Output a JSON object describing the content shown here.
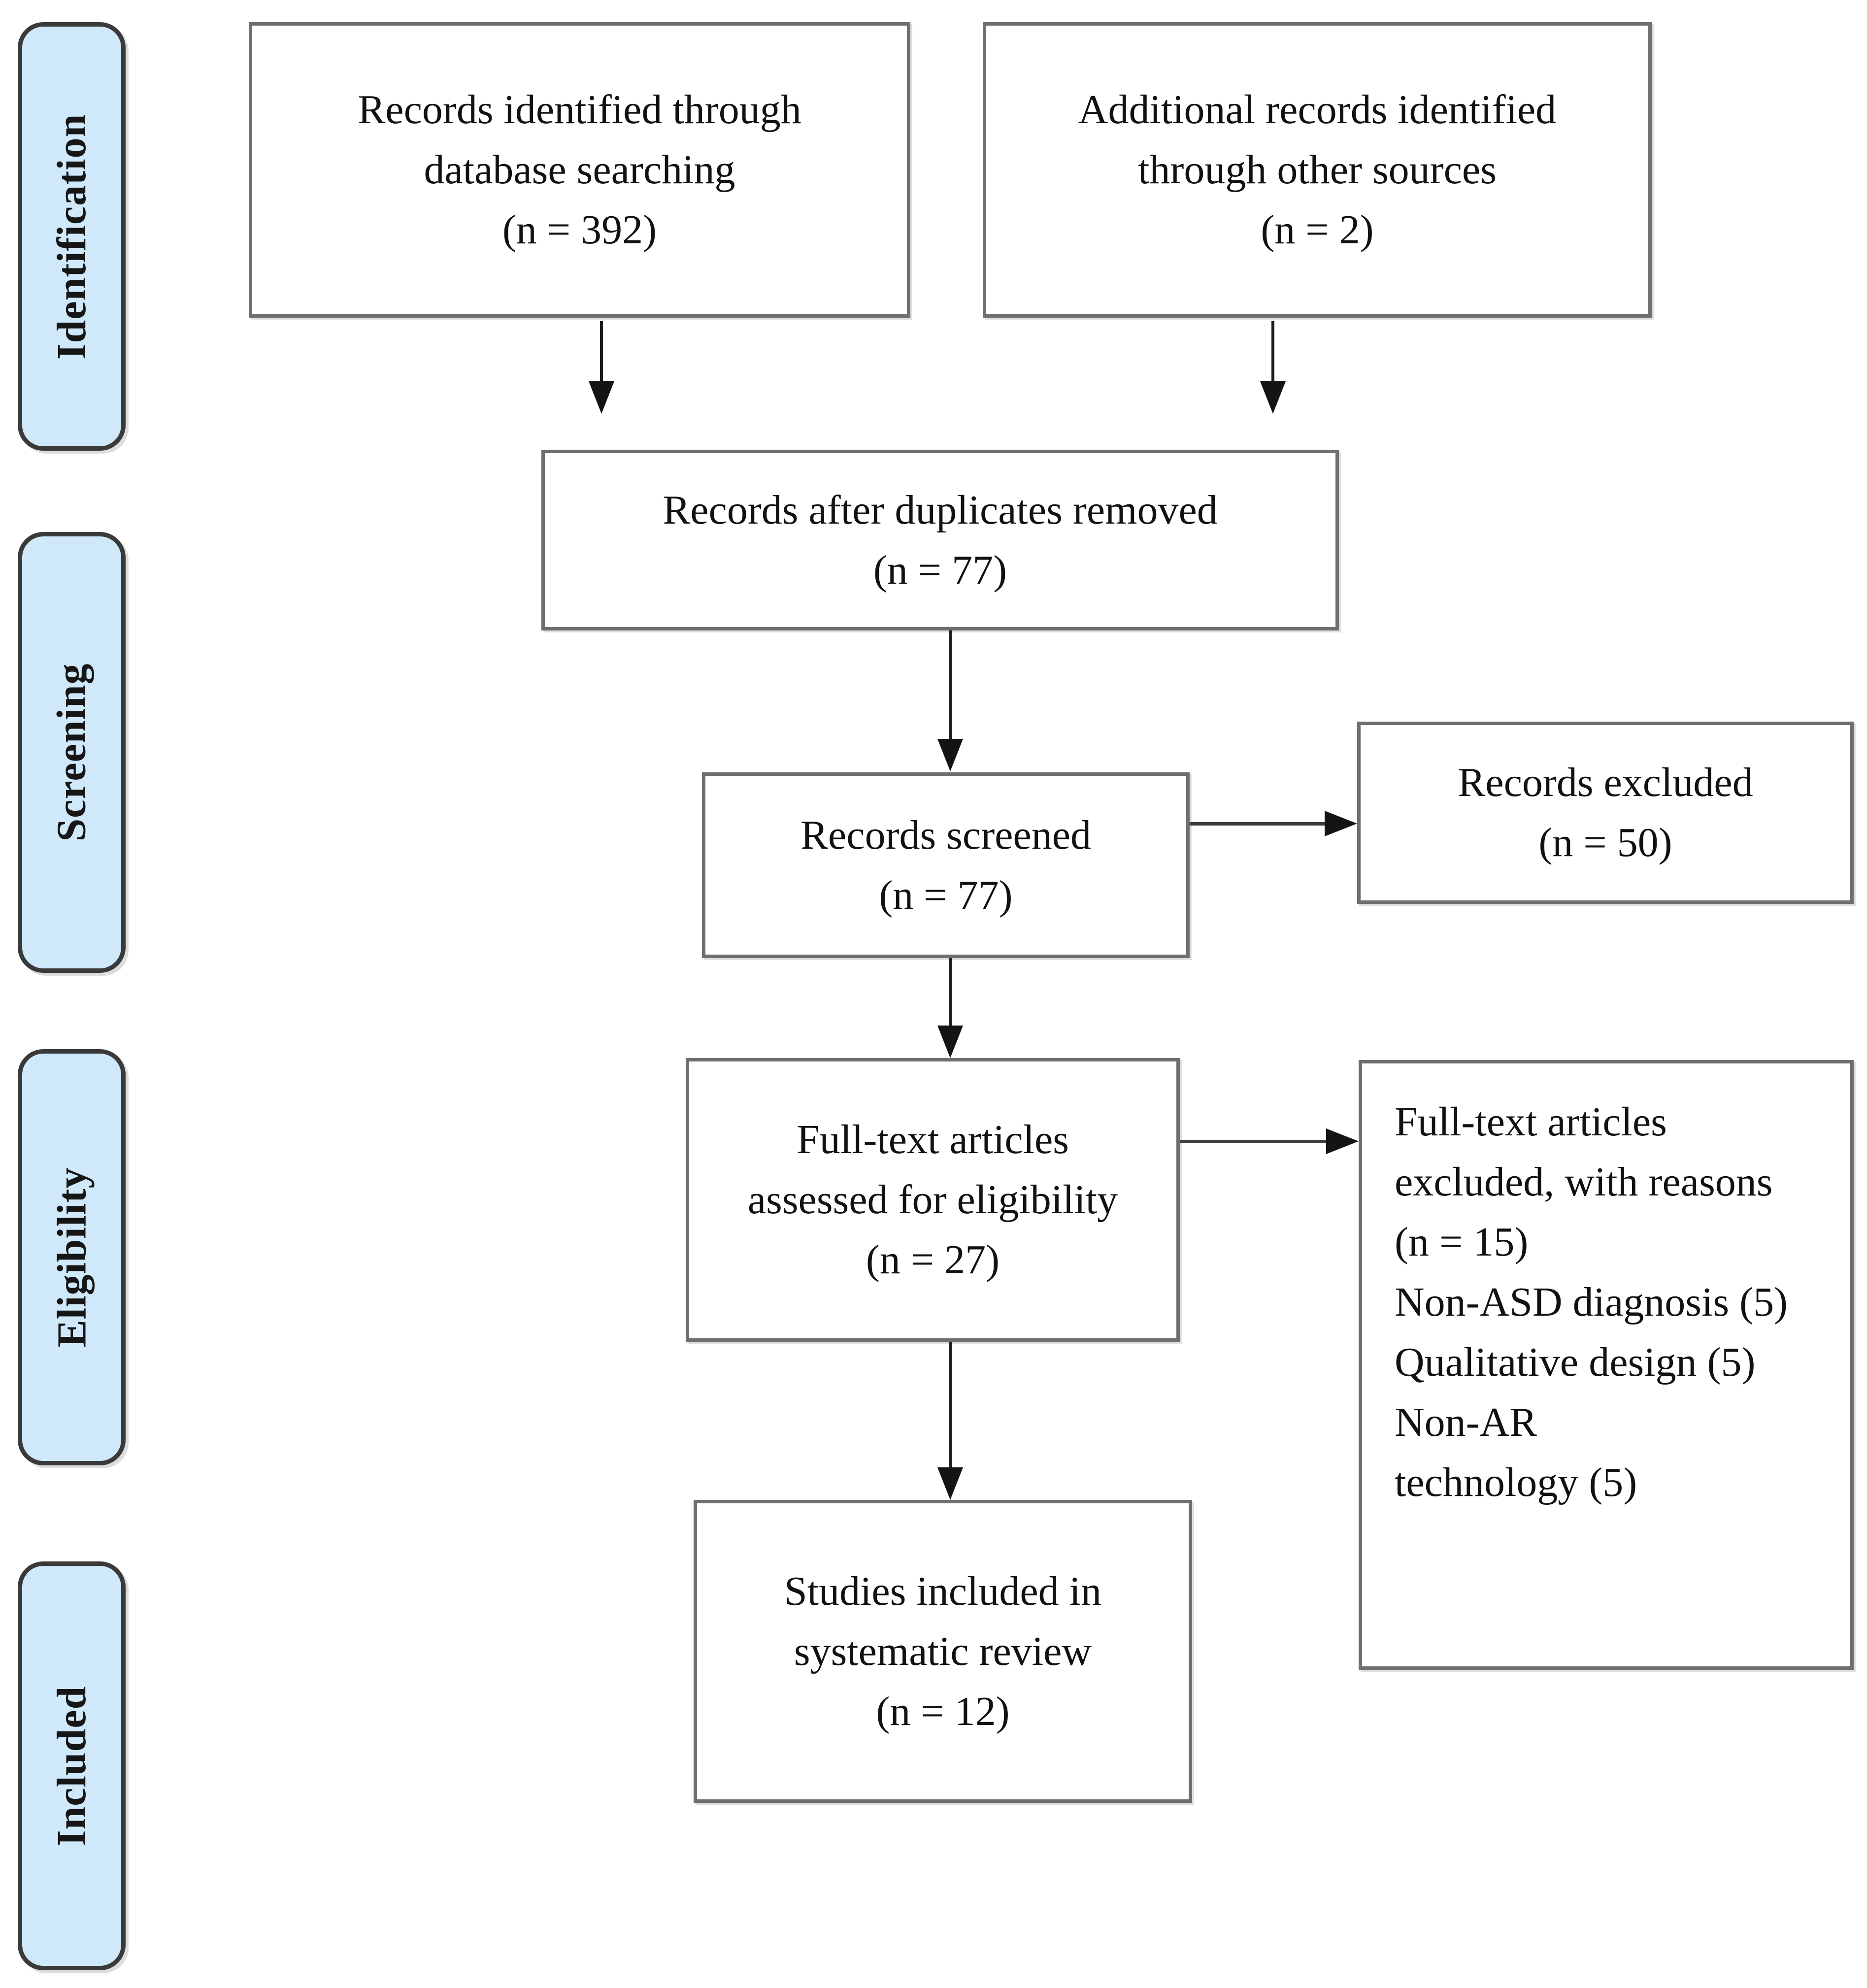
{
  "figure": {
    "title": "PRISMA flow diagram",
    "colors": {
      "stage_fill": "#cfe8fa",
      "stage_border": "#3a3a3a",
      "box_border": "#6f6f6f",
      "arrow": "#141414",
      "text": "#111111",
      "background": "#ffffff"
    },
    "stages": [
      {
        "label": "Identification"
      },
      {
        "label": "Screening"
      },
      {
        "label": "Eligibility"
      },
      {
        "label": "Included"
      }
    ],
    "boxes": {
      "database_records": "Records identified through\ndatabase searching\n(n = 392)",
      "other_sources": "Additional records identified\nthrough other sources\n(n = 2)",
      "after_duplicates": "Records after duplicates removed\n(n = 77)",
      "records_screened": "Records screened\n(n = 77)",
      "records_excluded": "Records excluded\n(n = 50)",
      "fulltext_assessed": "Full-text articles\nassessed for eligibility\n(n = 27)",
      "fulltext_excluded": "Full-text articles\nexcluded, with reasons\n(n = 15)\nNon-ASD diagnosis (5)\nQualitative design (5)\nNon-AR\ntechnology (5)",
      "studies_included": "Studies included in\nsystematic review\n(n = 12)"
    },
    "counts": {
      "database": 392,
      "other_sources": 2,
      "after_duplicates": 77,
      "screened": 77,
      "excluded_screening": 50,
      "fulltext_assessed": 27,
      "fulltext_excluded": 15,
      "reason_non_asd": 5,
      "reason_qualitative": 5,
      "reason_non_ar": 5,
      "included": 12
    }
  }
}
